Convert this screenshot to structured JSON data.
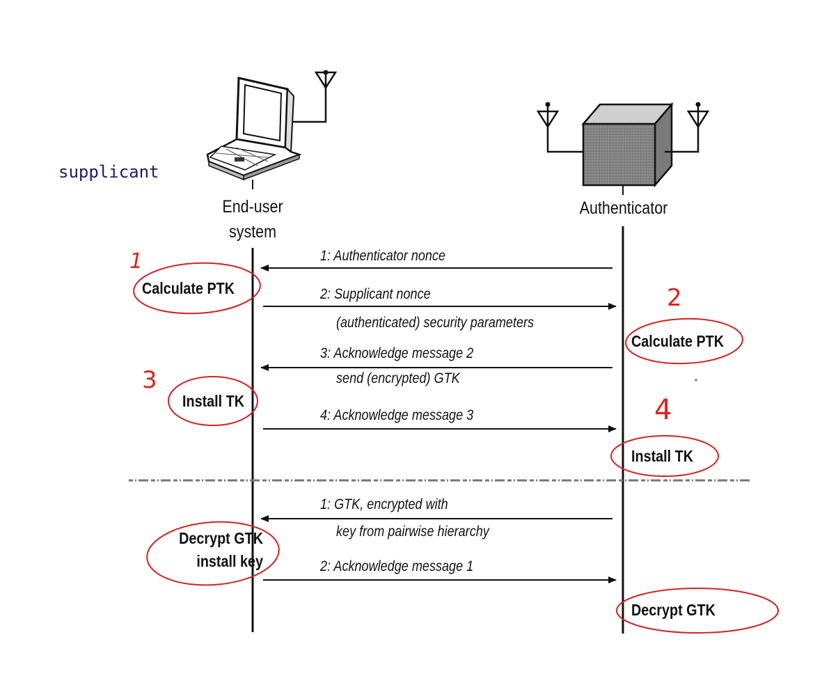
{
  "annotations": {
    "supplicant": "supplicant",
    "step_1": "1",
    "step_2": "2",
    "step_3": "3",
    "step_4": "4"
  },
  "entities": {
    "left_line1": "End-user",
    "left_line2": "system",
    "right": "Authenticator"
  },
  "four_way": {
    "msg1": "1: Authenticator nonce",
    "msg2_line1": "2: Supplicant nonce",
    "msg2_line2": "(authenticated) security parameters",
    "msg3_line1": "3: Acknowledge message 2",
    "msg3_line2": "send (encrypted) GTK",
    "msg4": "4: Acknowledge message 3"
  },
  "group_key": {
    "msg1_line1": "1: GTK, encrypted with",
    "msg1_line2": "key from pairwise hierarchy",
    "msg2": "2: Acknowledge message 1"
  },
  "actions": {
    "left_calc_ptk": "Calculate PTK",
    "right_calc_ptk": "Calculate PTK",
    "left_install_tk": "Install TK",
    "right_install_tk": "Install TK",
    "left_decrypt_line1": "Decrypt GTK",
    "left_decrypt_line2": "install key",
    "right_decrypt": "Decrypt GTK"
  },
  "colors": {
    "annotation_red": "#d22222",
    "annotation_blue": "#1a1a6e",
    "ink": "#111111"
  }
}
